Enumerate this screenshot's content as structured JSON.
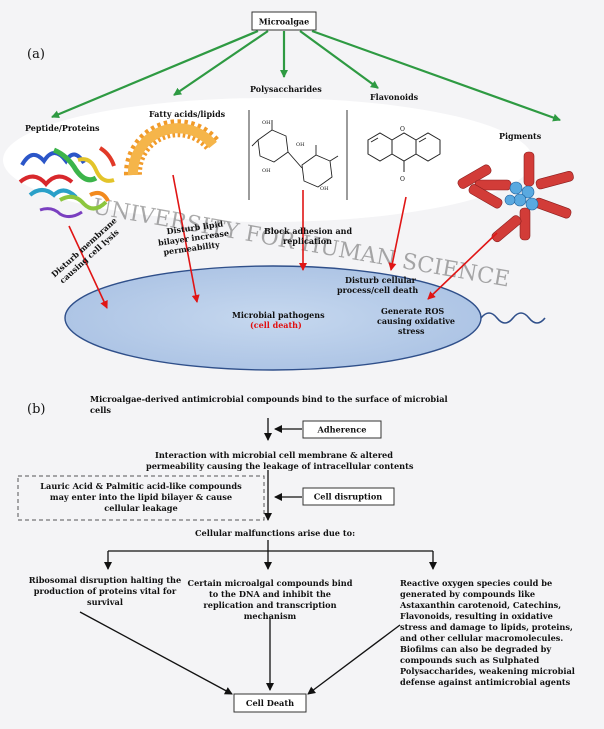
{
  "panel_a": {
    "label": "(a)",
    "root": "Microalgae",
    "categories": [
      "Peptide/Proteins",
      "Fatty acids/lipids",
      "Polysaccharides",
      "Flavonoids",
      "Pigments"
    ],
    "mechanisms": {
      "membrane": [
        "Disturb membrane",
        "causing cell lysis"
      ],
      "lipid": [
        "Disturb lipid",
        "bilayer increase",
        "permeability"
      ],
      "adhesion": [
        "Block adhesion and",
        "replication"
      ],
      "cellular": [
        "Disturb cellular",
        "process/cell death"
      ],
      "ros": [
        "Generate ROS",
        "causing oxidative",
        "stress"
      ]
    },
    "pathogen": {
      "title": "Microbial pathogens",
      "status": "(cell death)"
    },
    "watermark": "UNIVERSITY FOR HUMAN SCIENCE"
  },
  "panel_b": {
    "label": "(b)",
    "step1": [
      "Microalgae-derived antimicrobial compounds bind to the surface of microbial",
      "cells"
    ],
    "adherence": "Adherence",
    "step2": [
      "Interaction with microbial cell membrane & altered",
      "permeability causing the leakage of intracellular contents"
    ],
    "lauric_box": [
      "Lauric Acid & Palmitic acid-like compounds",
      "may enter into the lipid bilayer & cause",
      "cellular leakage"
    ],
    "disruption": "Cell disruption",
    "step3": "Cellular malfunctions arise due to:",
    "branch_left": [
      "Ribosomal disruption halting the",
      "production of proteins vital for",
      "survival"
    ],
    "branch_mid": [
      "Certain microalgal compounds bind",
      "to the DNA and inhibit the",
      "replication and transcription",
      "mechanism"
    ],
    "branch_right": [
      "Reactive oxygen species could be",
      "generated by compounds like",
      "Astaxanthin carotenoid, Catechins,",
      "Flavonoids, resulting in oxidative",
      "stress and damage to lipids, proteins,",
      "and other cellular macromolecules.",
      "Biofilms can also be degraded by",
      "compounds such as Sulphated",
      "Polysaccharides, weakening microbial",
      "defense against antimicrobial agents"
    ],
    "final": "Cell Death"
  },
  "colors": {
    "green_arrow": "#2e9a42",
    "red_arrow": "#e01515",
    "cell_fill": "#b4cbe9",
    "cell_stroke": "#2f4f8a",
    "pathogen_status": "#e01010"
  }
}
